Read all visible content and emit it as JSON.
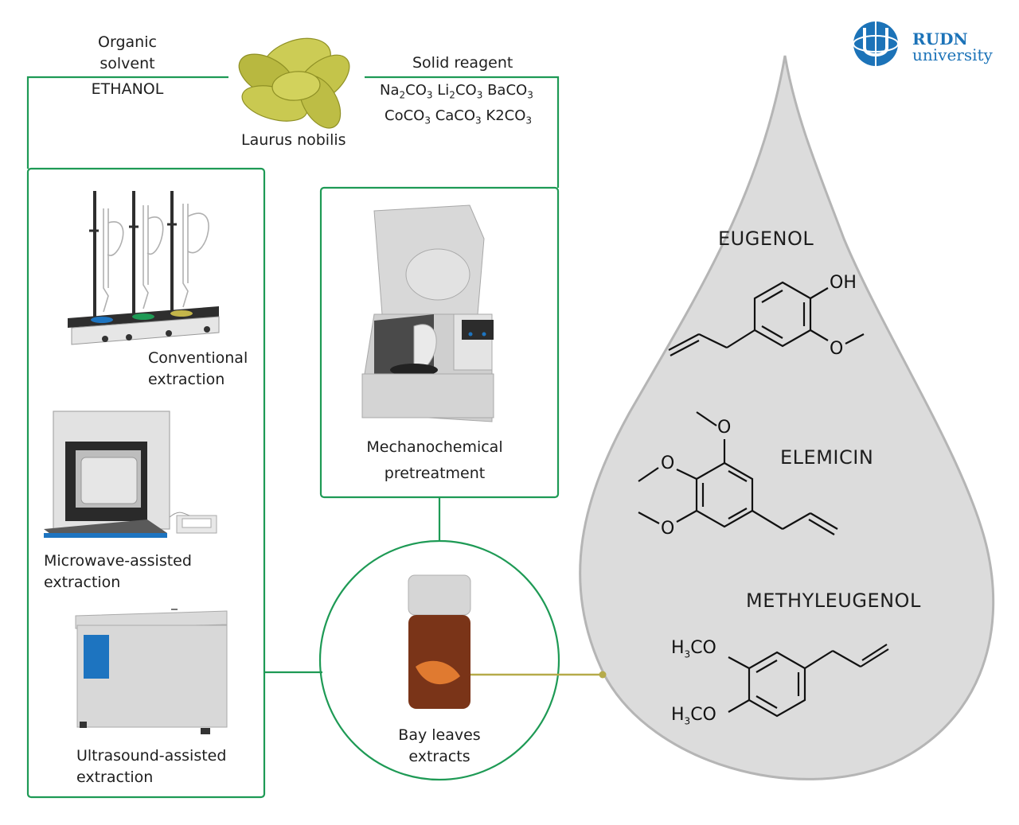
{
  "inputs": {
    "solvent_label": "Organic\nsolvent",
    "solvent_name": "ETHANOL",
    "plant_name": "Laurus nobilis",
    "reagent_label": "Solid reagent",
    "reagent_row1": [
      "Na2CO3",
      "Li2CO3",
      "BaCO3"
    ],
    "reagent_row2": [
      "CoCO3",
      "CaCO3",
      "K2CO3"
    ]
  },
  "methods": {
    "conventional": "Conventional\nextraction",
    "microwave": "Microwave-assisted\nextraction",
    "ultrasound": "Ultrasound-assisted\nextraction",
    "mechanochemical": "Mechanochemical\npretreatment"
  },
  "product": {
    "label": "Bay leaves\nextracts"
  },
  "compounds": [
    {
      "name": "EUGENOL",
      "atoms": [
        "OH",
        "O"
      ]
    },
    {
      "name": "ELEMICIN",
      "atoms": [
        "O",
        "O",
        "O"
      ]
    },
    {
      "name": "METHYLEUGENOL",
      "atoms": [
        "H3CO",
        "H3CO"
      ]
    }
  ],
  "logo": {
    "line1": "RUDN",
    "line2": "university"
  },
  "colors": {
    "frame_green": "#1e9a55",
    "drop_fill": "#dcdcdc",
    "drop_stroke": "#b5b5b5",
    "connector_olive": "#b6ab4a",
    "logo_blue": "#1c73b8",
    "leaf_green": "#c6c64c"
  }
}
